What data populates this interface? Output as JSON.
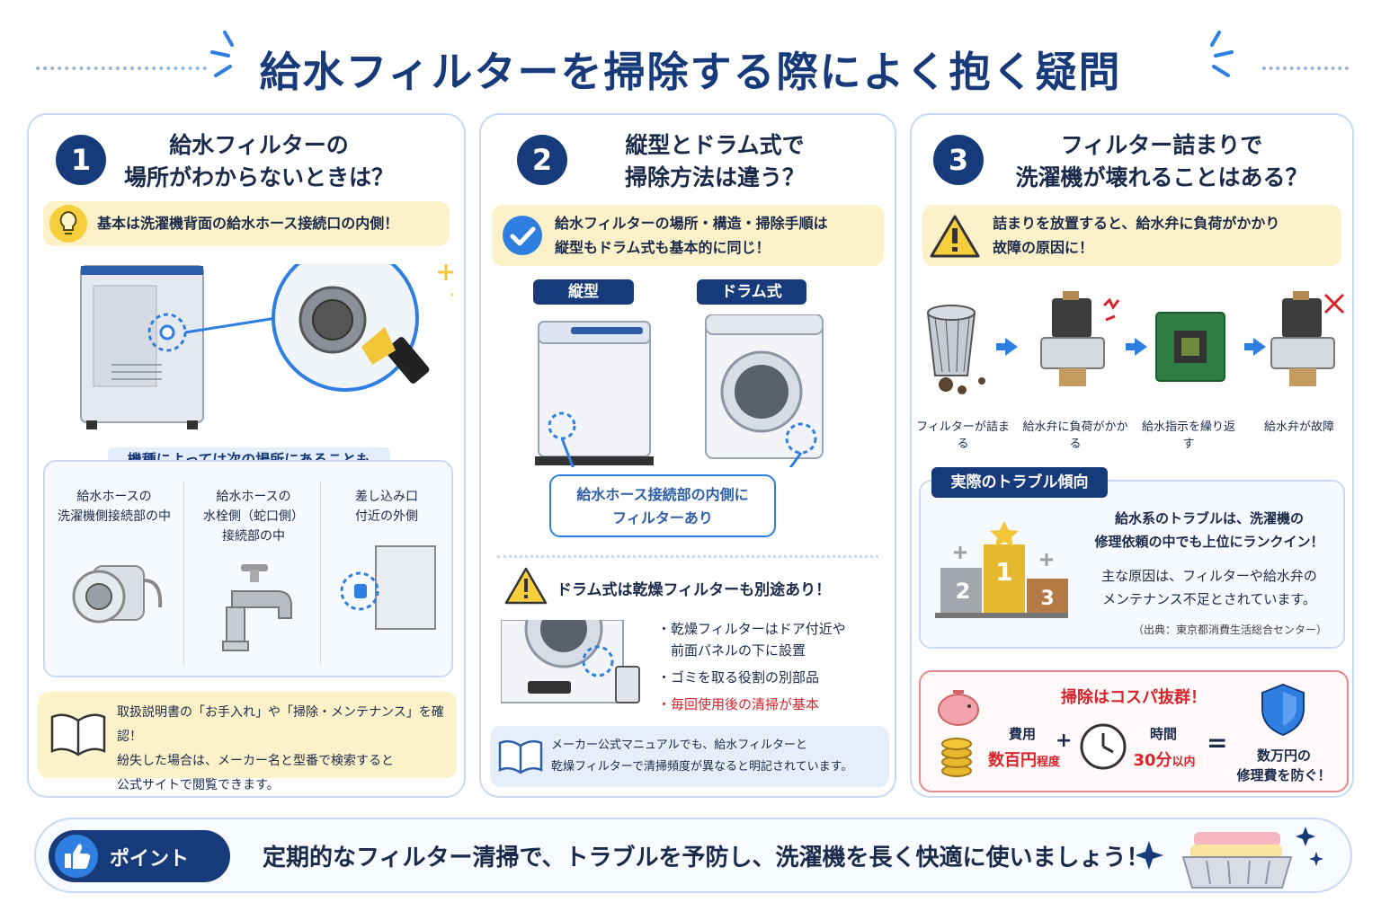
{
  "title": "給水フィルターを掃除する際によく抱く疑問",
  "panel1": {
    "number": "1",
    "title_line1": "給水フィルターの",
    "title_line2": "場所がわからないときは？",
    "tip": "基本は洗濯機背面の給水ホース接続口の内側！",
    "other_heading": "機種によっては次の場所にあることも",
    "loc1_line1": "給水ホースの",
    "loc1_line2": "洗濯機側接続部の中",
    "loc2_line1": "給水ホースの",
    "loc2_line2": "水栓側（蛇口側）",
    "loc2_line3": "接続部の中",
    "loc3_line1": "差し込み口",
    "loc3_line2": "付近の外側",
    "manual_line1": "取扱説明書の「お手入れ」や「掃除・メンテナンス」を確認！",
    "manual_line2": "紛失した場合は、メーカー名と型番で検索すると",
    "manual_line3": "公式サイトで閲覧できます。"
  },
  "panel2": {
    "number": "2",
    "title_line1": "縦型とドラム式で",
    "title_line2": "掃除方法は違う？",
    "check_line1": "給水フィルターの場所・構造・掃除手順は",
    "check_line2": "縦型もドラム式も基本的に同じ！",
    "tag_vertical": "縦型",
    "tag_drum": "ドラム式",
    "filter_line1": "給水ホース接続部の内側に",
    "filter_line2": "フィルターあり",
    "warn": "ドラム式は乾燥フィルターも別途あり！",
    "bullet1_line1": "乾燥フィルターはドア付近や",
    "bullet1_line2": "前面パネルの下に設置",
    "bullet2": "ゴミを取る役割の別部品",
    "bullet3": "毎回使用後の清掃が基本",
    "note_line1": "メーカー公式マニュアルでも、給水フィルターと",
    "note_line2": "乾燥フィルターで清掃頻度が異なると明記されています。"
  },
  "panel3": {
    "number": "3",
    "title_line1": "フィルター詰まりで",
    "title_line2": "洗濯機が壊れることはある？",
    "warn_line1": "詰まりを放置すると、給水弁に負荷がかかり",
    "warn_line2": "故障の原因に！",
    "step1": "フィルターが詰まる",
    "step2": "給水弁に負荷がかかる",
    "step3": "給水指示を繰り返す",
    "step4": "給水弁が故障",
    "trend_heading": "実際のトラブル傾向",
    "trend_line1": "給水系のトラブルは、洗濯機の",
    "trend_line2": "修理依頼の中でも上位にランクイン！",
    "trend_line3": "主な原因は、フィルターや給水弁の",
    "trend_line4": "メンテナンス不足とされています。",
    "source": "（出典：東京都消費生活総合センター）",
    "rank1": "1",
    "rank2": "2",
    "rank3": "3",
    "cost_heading": "掃除はコスパ抜群！",
    "cost_label": "費用",
    "cost_value": "数百円",
    "cost_suffix": "程度",
    "time_label": "時間",
    "time_value": "30分",
    "time_suffix": "以内",
    "plus": "+",
    "equals": "=",
    "result_line1": "数万円の",
    "result_line2": "修理費を防ぐ！"
  },
  "bottom": {
    "pill": "ポイント",
    "text": "定期的なフィルター清掃で、トラブルを予防し、洗濯機を長く快適に使いましょう！"
  },
  "colors": {
    "navy": "#173a7a",
    "accent_blue": "#2f7fe0",
    "yellow_bg": "#fdf1c9",
    "red": "#d8232a"
  }
}
